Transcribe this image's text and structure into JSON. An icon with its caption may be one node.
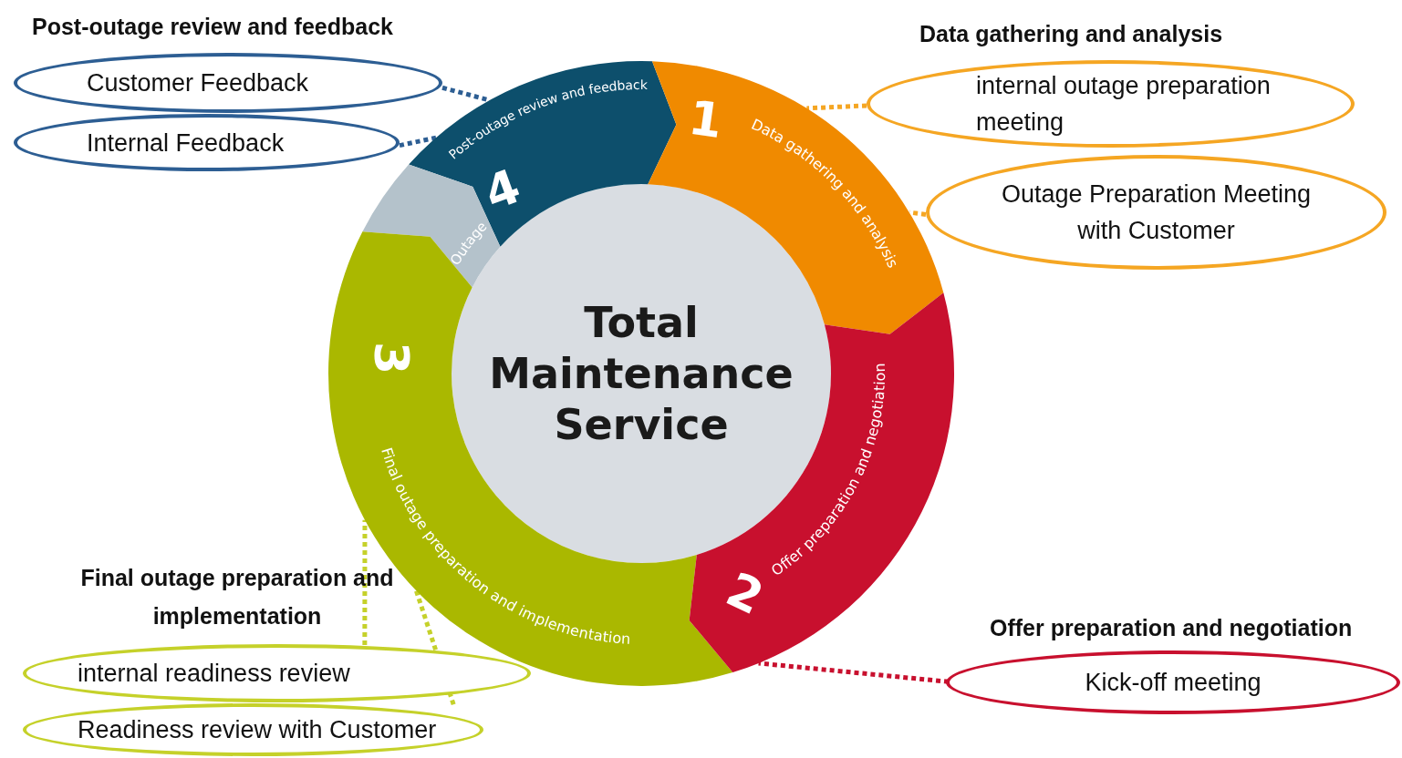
{
  "diagram": {
    "nodes": [
      {
        "text": [
          "Customer Feedback"
        ]
      },
      {
        "text": [
          "Internal Feedback"
        ]
      },
      {
        "text": [
          "4",
          "Post-outage review and feedback"
        ]
      },
      {
        "text": [
          "Outage"
        ]
      },
      {
        "text": [
          "1",
          "Data gathering and analysis"
        ]
      },
      {
        "text": [
          "internal outage preparation meeting"
        ]
      },
      {
        "text": [
          "Outage Preparation Meeting with Customer"
        ]
      },
      {
        "text": [
          "Total Maintenance Service"
        ]
      },
      {
        "text": [
          "3",
          "Final outage preparation and implementation"
        ]
      },
      {
        "text": [
          "2",
          "Offer preparation and negotiation"
        ]
      },
      {
        "text": [
          "internal readiness review"
        ]
      },
      {
        "text": [
          "Readiness review with Customer"
        ]
      },
      {
        "text": [
          "Kick-off meeting"
        ]
      }
    ],
    "edges": [
      {
        "from": 0,
        "to": 2,
        "arrow": "none",
        "color": "#2d5e93"
      },
      {
        "from": 1,
        "to": 2,
        "arrow": "none",
        "color": "#2d5e93"
      },
      {
        "from": 5,
        "to": 4,
        "arrow": "none",
        "color": "#f5a623"
      },
      {
        "from": 6,
        "to": 4,
        "arrow": "none",
        "color": "#f5a623"
      },
      {
        "from": 12,
        "to": 9,
        "arrow": "none",
        "color": "#c8102e"
      },
      {
        "from": 10,
        "to": 8,
        "arrow": "none",
        "color": "#c5d12a"
      },
      {
        "from": 11,
        "to": 8,
        "arrow": "none",
        "color": "#c5d12a"
      }
    ],
    "labels": [
      "Post-outage review and feedback",
      "Data gathering and analysis",
      "Final outage preparation and implementation",
      "Offer preparation and negotiation"
    ]
  }
}
